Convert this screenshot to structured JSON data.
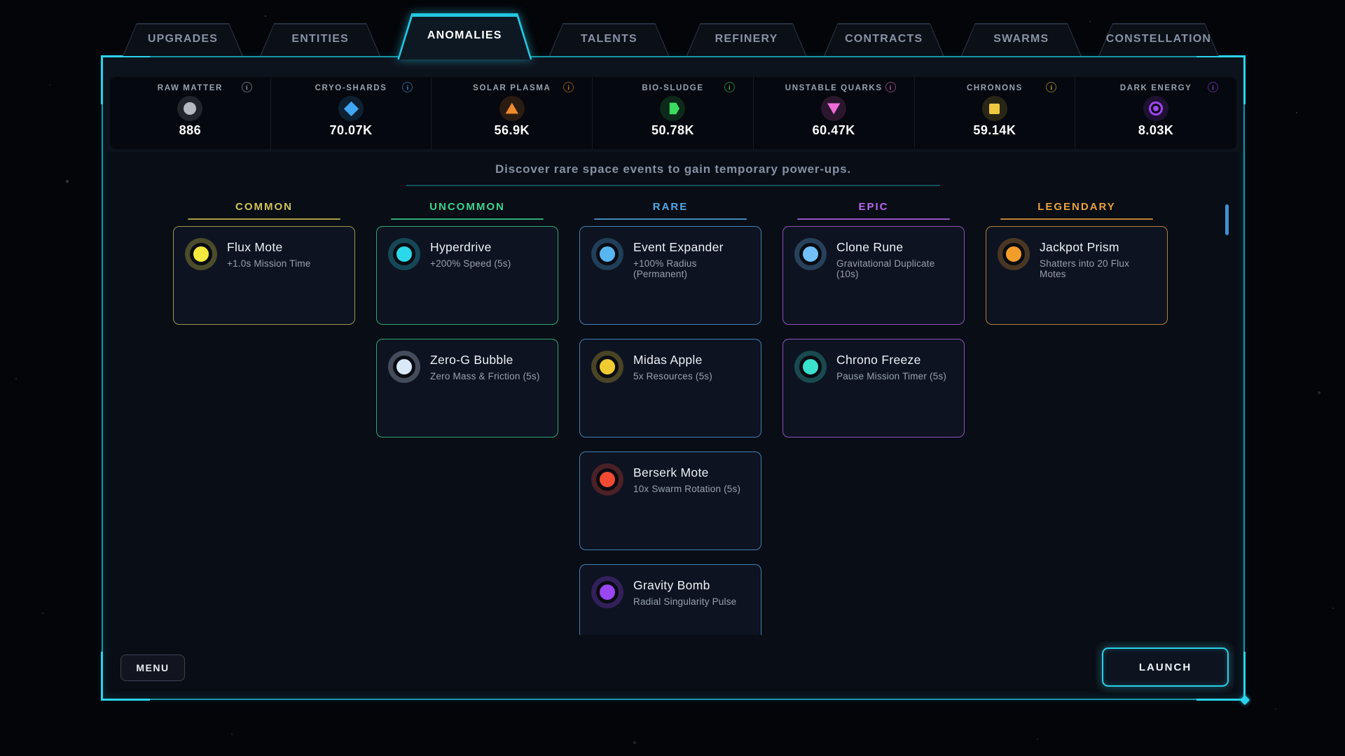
{
  "window": {
    "tagline": "Discover rare space events to gain temporary power-ups.",
    "info_icon_glyph": "i",
    "accent_color": "#22c8e2"
  },
  "tabs": [
    {
      "label": "UPGRADES",
      "active": false
    },
    {
      "label": "ENTITIES",
      "active": false
    },
    {
      "label": "ANOMALIES",
      "active": true
    },
    {
      "label": "TALENTS",
      "active": false
    },
    {
      "label": "REFINERY",
      "active": false
    },
    {
      "label": "CONTRACTS",
      "active": false
    },
    {
      "label": "SWARMS",
      "active": false
    },
    {
      "label": "CONSTELLATION",
      "active": false
    }
  ],
  "resources": [
    {
      "name": "RAW MATTER",
      "value": "886",
      "shape": "circle",
      "color": "#b4b9c2"
    },
    {
      "name": "CRYO-SHARDS",
      "value": "70.07K",
      "shape": "diamond",
      "color": "#41a7f5"
    },
    {
      "name": "SOLAR PLASMA",
      "value": "56.9K",
      "shape": "triangle-up",
      "color": "#ef8a2b"
    },
    {
      "name": "BIO-SLUDGE",
      "value": "50.78K",
      "shape": "hexagon",
      "color": "#3bdb5f"
    },
    {
      "name": "UNSTABLE QUARKS",
      "value": "60.47K",
      "shape": "triangle-down",
      "color": "#ee6cd8"
    },
    {
      "name": "CHRONONS",
      "value": "59.14K",
      "shape": "square",
      "color": "#efc93f"
    },
    {
      "name": "DARK ENERGY",
      "value": "8.03K",
      "shape": "donut",
      "color": "#a044f2"
    }
  ],
  "rarity_columns": [
    {
      "rarity": "COMMON",
      "color": "#cfc258",
      "cards": [
        {
          "title": "Flux Mote",
          "desc": "+1.0s Mission Time",
          "icon_color": "#f4ea3d"
        }
      ]
    },
    {
      "rarity": "UNCOMMON",
      "color": "#3bd68f",
      "cards": [
        {
          "title": "Hyperdrive",
          "desc": "+200% Speed (5s)",
          "icon_color": "#2bd9ea"
        },
        {
          "title": "Zero-G Bubble",
          "desc": "Zero Mass & Friction (5s)",
          "icon_color": "#d9e9f7"
        }
      ]
    },
    {
      "rarity": "RARE",
      "color": "#52a7e8",
      "cards": [
        {
          "title": "Event Expander",
          "desc": "+100% Radius (Permanent)",
          "icon_color": "#57b6f2"
        },
        {
          "title": "Midas Apple",
          "desc": "5x Resources (5s)",
          "icon_color": "#f2cb33"
        },
        {
          "title": "Berserk Mote",
          "desc": "10x Swarm Rotation (5s)",
          "icon_color": "#f14a33"
        },
        {
          "title": "Gravity Bomb",
          "desc": "Radial Singularity Pulse",
          "icon_color": "#9a46f2"
        }
      ]
    },
    {
      "rarity": "EPIC",
      "color": "#b968ef",
      "cards": [
        {
          "title": "Clone Rune",
          "desc": "Gravitational Duplicate (10s)",
          "icon_color": "#72c0f7"
        },
        {
          "title": "Chrono Freeze",
          "desc": "Pause Mission Timer (5s)",
          "icon_color": "#39e2cd"
        }
      ]
    },
    {
      "rarity": "LEGENDARY",
      "color": "#e8a23e",
      "cards": [
        {
          "title": "Jackpot Prism",
          "desc": "Shatters into 20 Flux Motes",
          "icon_color": "#f29d2a"
        }
      ]
    }
  ],
  "footer": {
    "menu_label": "MENU",
    "launch_label": "LAUNCH"
  }
}
